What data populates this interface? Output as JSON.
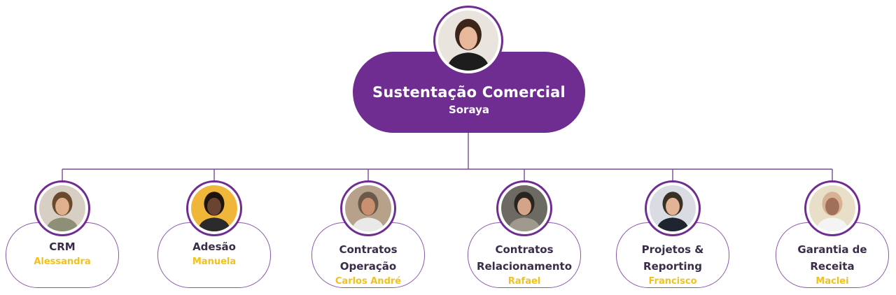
{
  "root": {
    "title": "Sustentação Comercial",
    "name": "Soraya",
    "avatar_icon": "person-photo-icon"
  },
  "children": [
    {
      "title_lines": [
        "CRM"
      ],
      "name": "Alessandra",
      "avatar_icon": "person-photo-icon"
    },
    {
      "title_lines": [
        "Adesão"
      ],
      "name": "Manuela",
      "avatar_icon": "person-photo-icon"
    },
    {
      "title_lines": [
        "Contratos",
        "Operação"
      ],
      "name": "Carlos André",
      "avatar_icon": "person-photo-icon"
    },
    {
      "title_lines": [
        "Contratos",
        "Relacionamento"
      ],
      "name": "Rafael",
      "avatar_icon": "person-photo-icon"
    },
    {
      "title_lines": [
        "Projetos &",
        "Reporting"
      ],
      "name": "Francisco",
      "avatar_icon": "person-photo-icon"
    },
    {
      "title_lines": [
        "Garantia de",
        "Receita"
      ],
      "name": "Maclei",
      "avatar_icon": "person-photo-icon"
    }
  ],
  "colors": {
    "brand_purple": "#6f2c91",
    "name_yellow": "#f2c21b",
    "connector": "#7b4a9c"
  }
}
